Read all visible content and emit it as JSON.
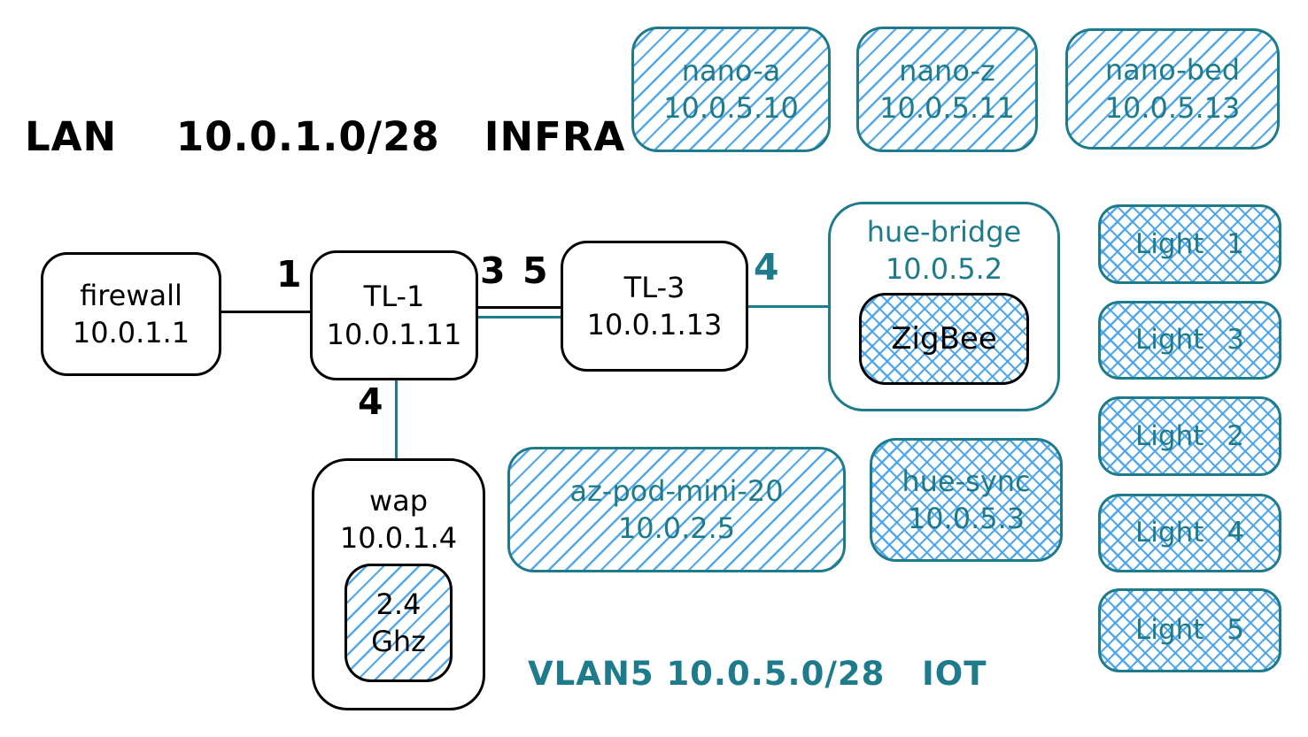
{
  "titles": {
    "lan": "LAN    10.0.1.0/28   INFRA",
    "vlan": "VLAN5 10.0.5.0/28   IOT"
  },
  "colors": {
    "stroke_black": "#000000",
    "stroke_teal": "#1e7b8c",
    "hatch_blue": "#4aa3ea",
    "background": "#ffffff"
  },
  "nodes": {
    "firewall": {
      "name": "firewall",
      "ip": "10.0.1.1"
    },
    "tl1": {
      "name": "TL-1",
      "ip": "10.0.1.11"
    },
    "tl3": {
      "name": "TL-3",
      "ip": "10.0.1.13"
    },
    "wap": {
      "name": "wap",
      "ip": "10.0.1.4",
      "radio_line1": "2.4",
      "radio_line2": "Ghz"
    },
    "hue_bridge": {
      "name": "hue-bridge",
      "ip": "10.0.5.2",
      "module": "ZigBee"
    },
    "nano_a": {
      "name": "nano-a",
      "ip": "10.0.5.10"
    },
    "nano_z": {
      "name": "nano-z",
      "ip": "10.0.5.11"
    },
    "nano_bed": {
      "name": "nano-bed",
      "ip": "10.0.5.13"
    },
    "az_pod_mini_20": {
      "name": "az-pod-mini-20",
      "ip": "10.0.2.5"
    },
    "hue_sync": {
      "name": "hue-sync",
      "ip": "10.0.5.3"
    }
  },
  "lights": [
    "Light 1",
    "Light 3",
    "Light 2",
    "Light 4",
    "Light 5"
  ],
  "ports": {
    "firewall_tl1": "1",
    "tl1_tl3_left": "3",
    "tl1_tl3_right": "5",
    "tl3_hue_bridge": "4",
    "tl1_wap": "4"
  }
}
